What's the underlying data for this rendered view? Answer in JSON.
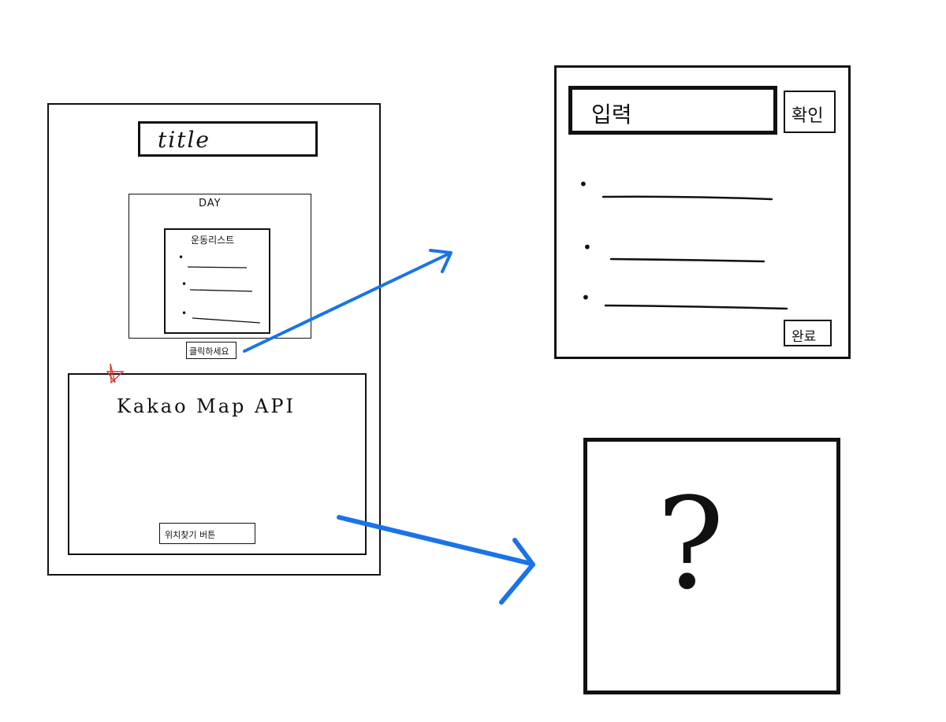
{
  "main_screen": {
    "title_label": "title",
    "day_label": "DAY",
    "list_title": "운동리스트",
    "list_items": [
      {
        "bullet": "•"
      },
      {
        "bullet": "•"
      },
      {
        "bullet": "•"
      }
    ],
    "click_button_label": "클릭하세요",
    "map_label": "Kakao Map API",
    "location_button_label": "위치찾기 버튼"
  },
  "popup_input": {
    "input_placeholder": "입력",
    "confirm_label": "확인",
    "done_label": "완료",
    "list_items": [
      {
        "bullet": "•"
      },
      {
        "bullet": "•"
      },
      {
        "bullet": "•"
      }
    ]
  },
  "popup_unknown": {
    "question_mark": "?"
  },
  "colors": {
    "ink": "#111111",
    "arrow": "#1a73e8",
    "star_mark": "#d33b3b"
  }
}
